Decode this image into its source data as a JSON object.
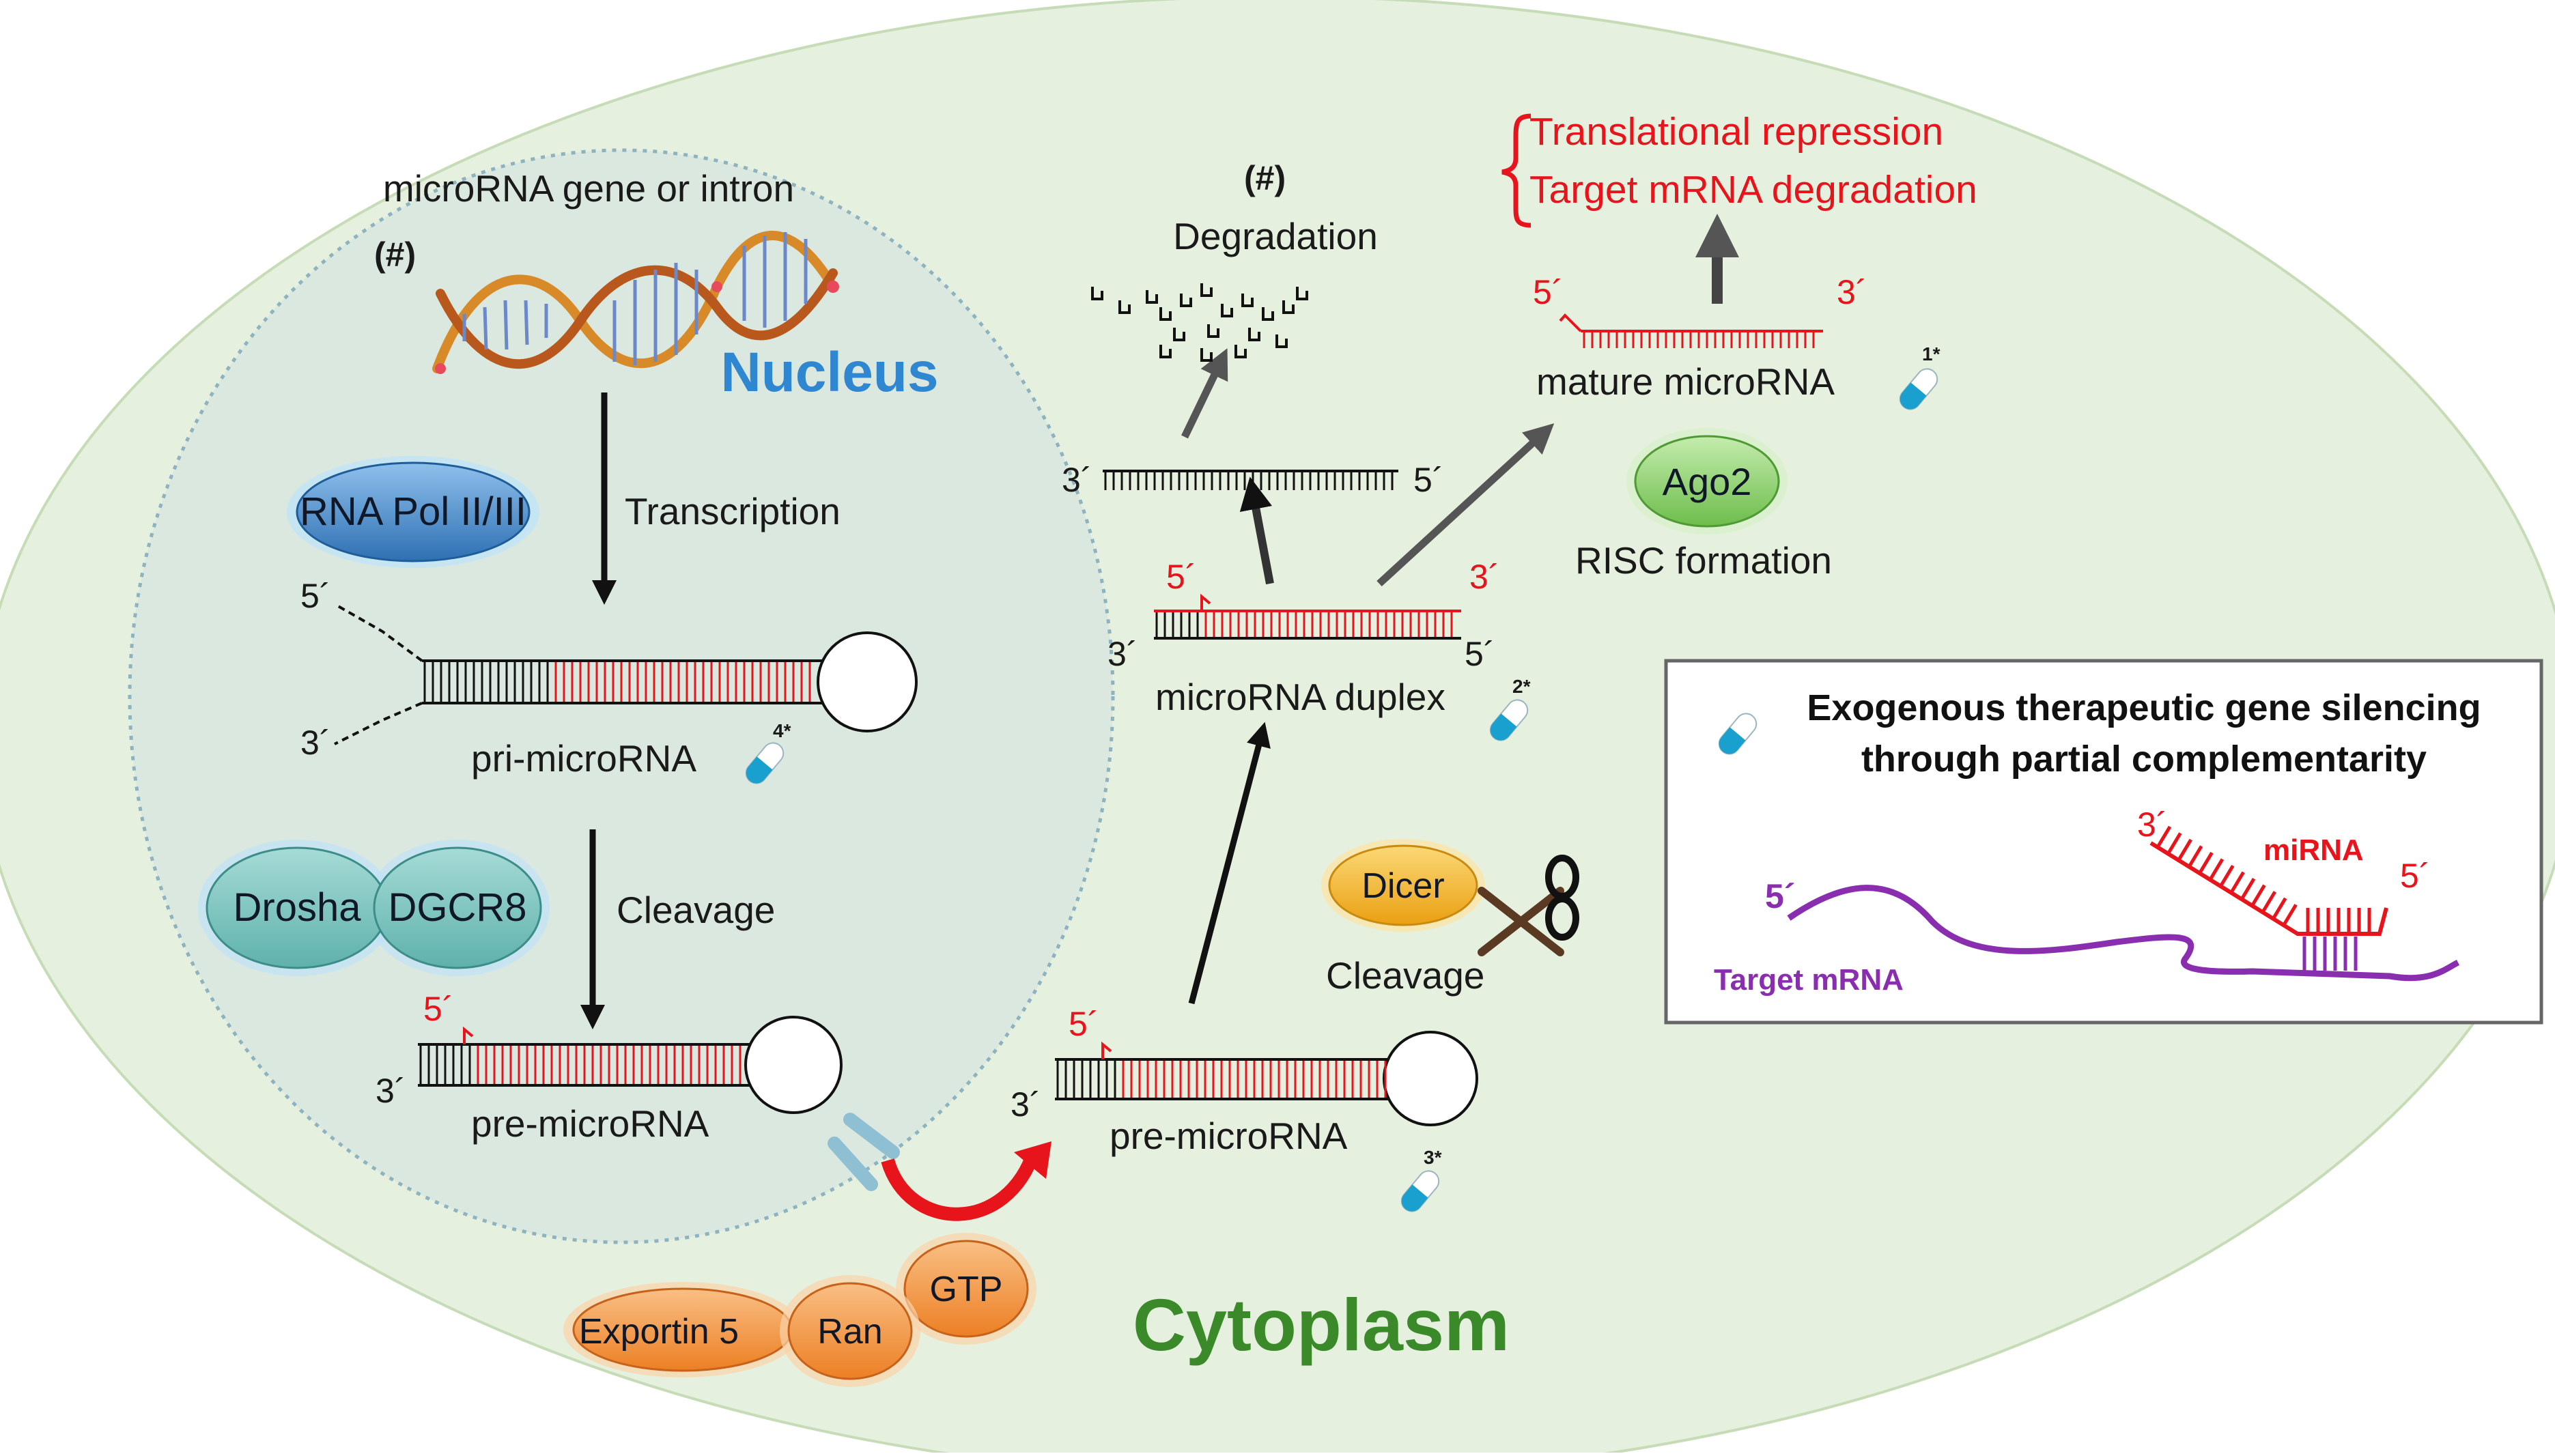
{
  "labels": {
    "gene": "microRNA gene or intron",
    "hash_nucleus": "(#)",
    "nucleus": "Nucleus",
    "pol": "RNA Pol II/III",
    "transcription": "Transcription",
    "pri": "pri-microRNA",
    "drosha": "Drosha",
    "dgcr8": "DGCR8",
    "cleavage_nucleus": "Cleavage",
    "pre_nucleus": "pre-microRNA",
    "exportin": "Exportin 5",
    "ran": "Ran",
    "gtp": "GTP",
    "cytoplasm": "Cytoplasm",
    "pre_cyto": "pre-microRNA",
    "dicer": "Dicer",
    "cleavage_cyto": "Cleavage",
    "duplex": "microRNA duplex",
    "hash_deg": "(#)",
    "degradation": "Degradation",
    "mature": "mature microRNA",
    "ago2": "Ago2",
    "risc": "RISC formation",
    "effect1": "Translational repression",
    "effect2": "Target mRNA degradation",
    "box_title1": "Exogenous therapeutic gene silencing",
    "box_title2": "through partial complementarity",
    "target_mrna": "Target mRNA",
    "mirna": "miRNA",
    "prime5": "5´",
    "prime3": "3´",
    "sup1": "1*",
    "sup2": "2*",
    "sup3": "3*",
    "sup4": "4*"
  },
  "colors": {
    "cell_fill": "#e6f0df",
    "nucleus_fill": "#dbe8df",
    "nucleus_text": "#2f86d1",
    "cytoplasm_text": "#3b8a2a",
    "mirna_red": "#e8141c",
    "target_purple": "#8a2eb0",
    "pol_blue": "#3d87c7",
    "drosha_teal": "#79c3c0",
    "export_orange": "#f49a3d",
    "dicer_yellow": "#f2b21c",
    "ago_green": "#8ad36f"
  }
}
